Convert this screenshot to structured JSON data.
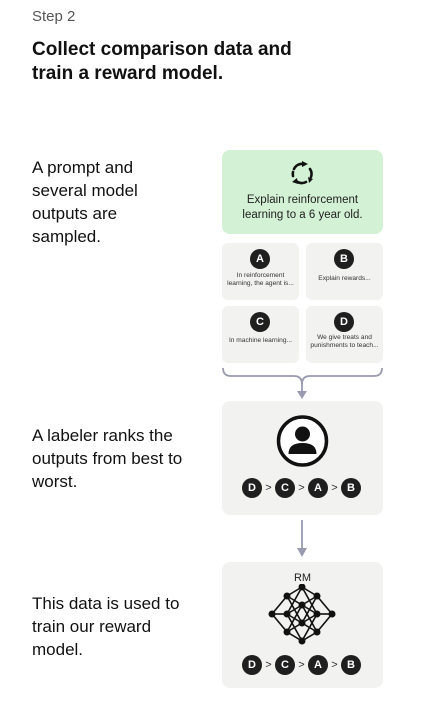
{
  "header": {
    "step": "Step 2",
    "title": "Collect comparison data and train a reward model."
  },
  "sections": {
    "sample_text": "A prompt and several model outputs are sampled.",
    "rank_text": "A labeler ranks the outputs from best to worst.",
    "train_text": "This data is used to train our reward model."
  },
  "prompt": {
    "text": "Explain reinforcement learning to a 6 year old.",
    "icon": "cycle-icon",
    "color": "#d3f1d4"
  },
  "outputs": [
    {
      "letter": "A",
      "text": "In reinforcement learning, the agent is..."
    },
    {
      "letter": "B",
      "text": "Explain rewards..."
    },
    {
      "letter": "C",
      "text": "In machine learning..."
    },
    {
      "letter": "D",
      "text": "We give treats and punishments to teach..."
    }
  ],
  "ranking": {
    "order": [
      "D",
      "C",
      "A",
      "B"
    ],
    "separator": ">"
  },
  "reward_model": {
    "label": "RM",
    "icon": "neural-network-icon"
  },
  "colors": {
    "badge": "#1f1f1f",
    "panel": "#f2f2f0",
    "connector": "#9a9ab0"
  }
}
